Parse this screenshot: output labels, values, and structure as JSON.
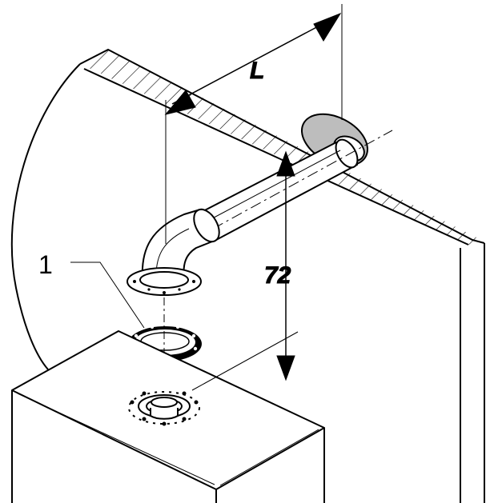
{
  "diagram": {
    "dimension_length_label": "L",
    "dimension_height_label": "72",
    "callout_1_label": "1",
    "colors": {
      "line": "#000000",
      "wall_flange": "#bdbdbd",
      "background": "#ffffff"
    }
  }
}
